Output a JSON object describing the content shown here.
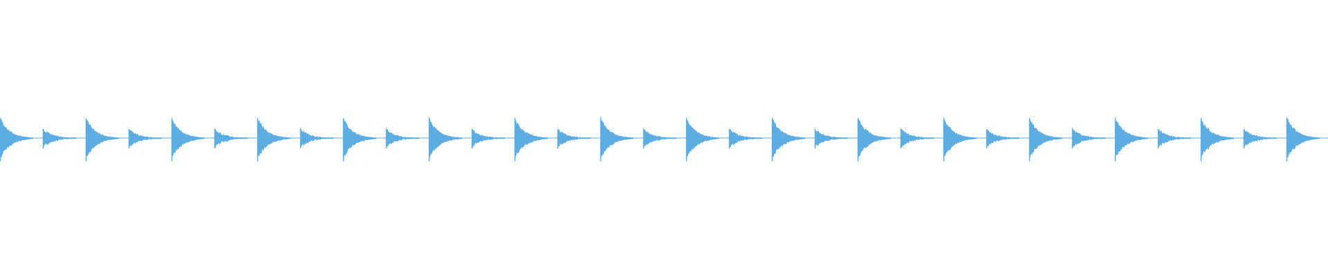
{
  "waveform": {
    "color": "#5dade2",
    "background": "#ffffff",
    "pattern": "repeating-percussive-hits",
    "bars": 16,
    "beats_per_bar": 2,
    "accent_beat": 1,
    "accent_level": 1.0,
    "secondary_level": 0.45,
    "final_bar_partial": true
  }
}
